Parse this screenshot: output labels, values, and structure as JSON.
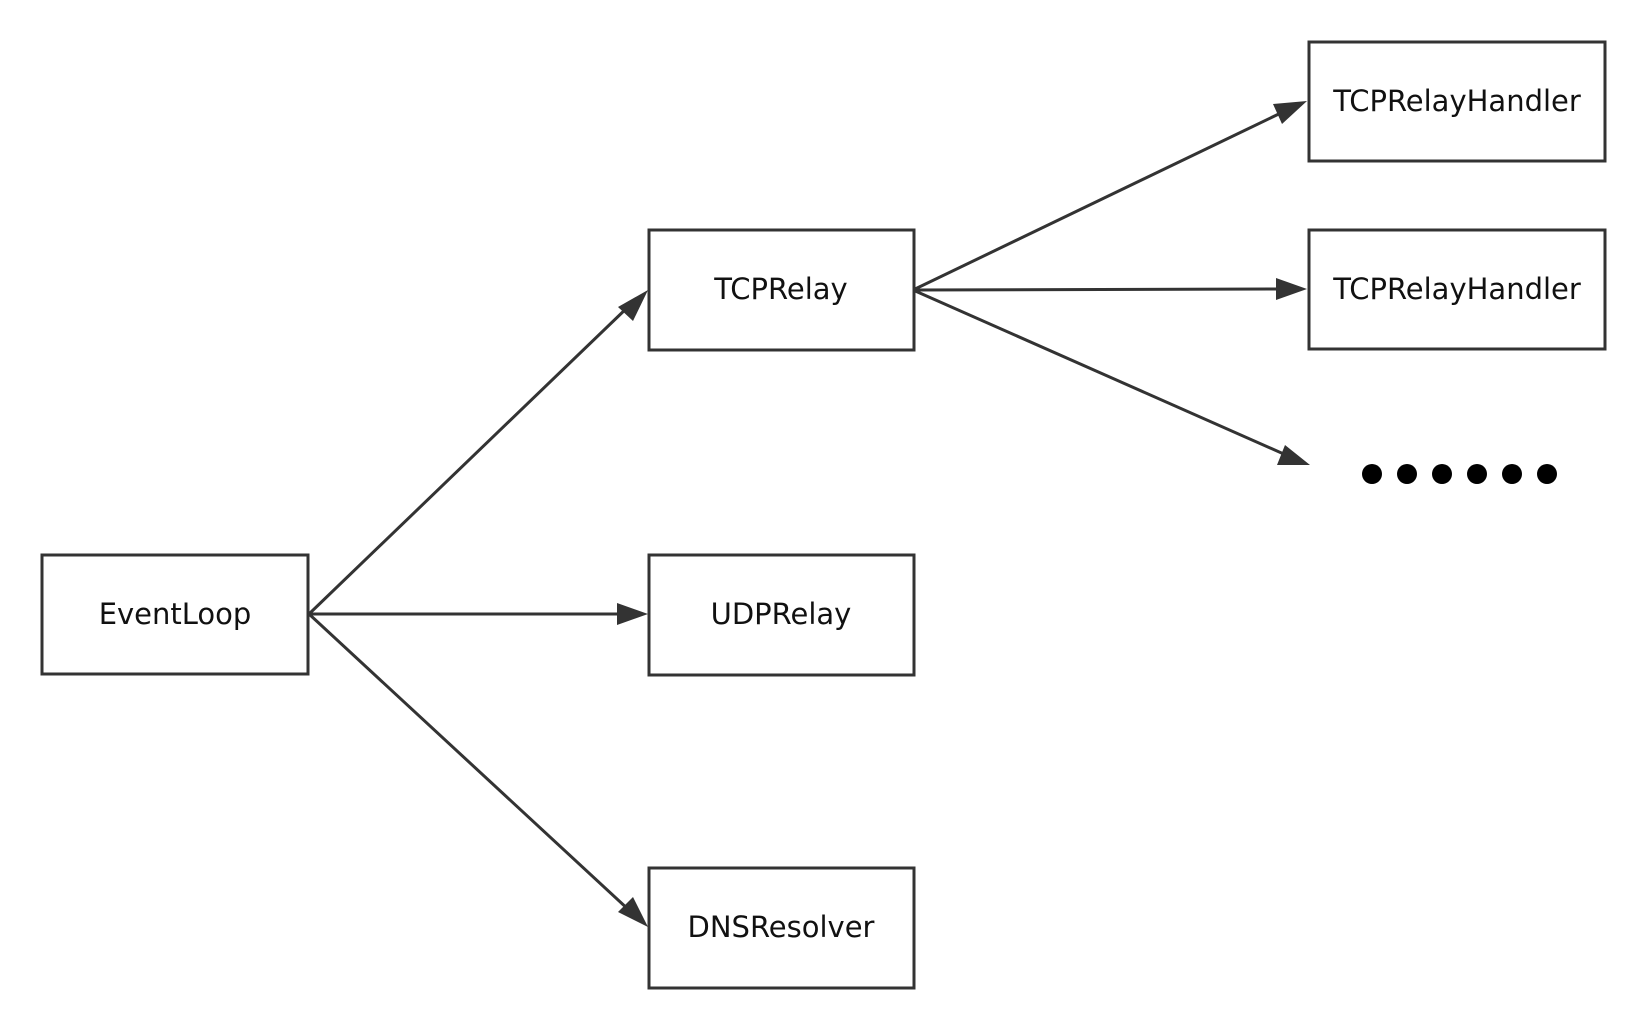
{
  "diagram": {
    "nodes": {
      "eventloop": "EventLoop",
      "tcprelay": "TCPRelay",
      "udprelay": "UDPRelay",
      "dnsresolver": "DNSResolver",
      "tcprelayhandler_1": "TCPRelayHandler",
      "tcprelayhandler_2": "TCPRelayHandler"
    },
    "edges": [
      {
        "from": "EventLoop",
        "to": "TCPRelay"
      },
      {
        "from": "EventLoop",
        "to": "UDPRelay"
      },
      {
        "from": "EventLoop",
        "to": "DNSResolver"
      },
      {
        "from": "TCPRelay",
        "to": "TCPRelayHandler"
      },
      {
        "from": "TCPRelay",
        "to": "TCPRelayHandler"
      },
      {
        "from": "TCPRelay",
        "to": "……"
      }
    ],
    "ellipsis": "……",
    "colors": {
      "stroke": "#333333",
      "text": "#111111",
      "background": "#ffffff"
    }
  }
}
